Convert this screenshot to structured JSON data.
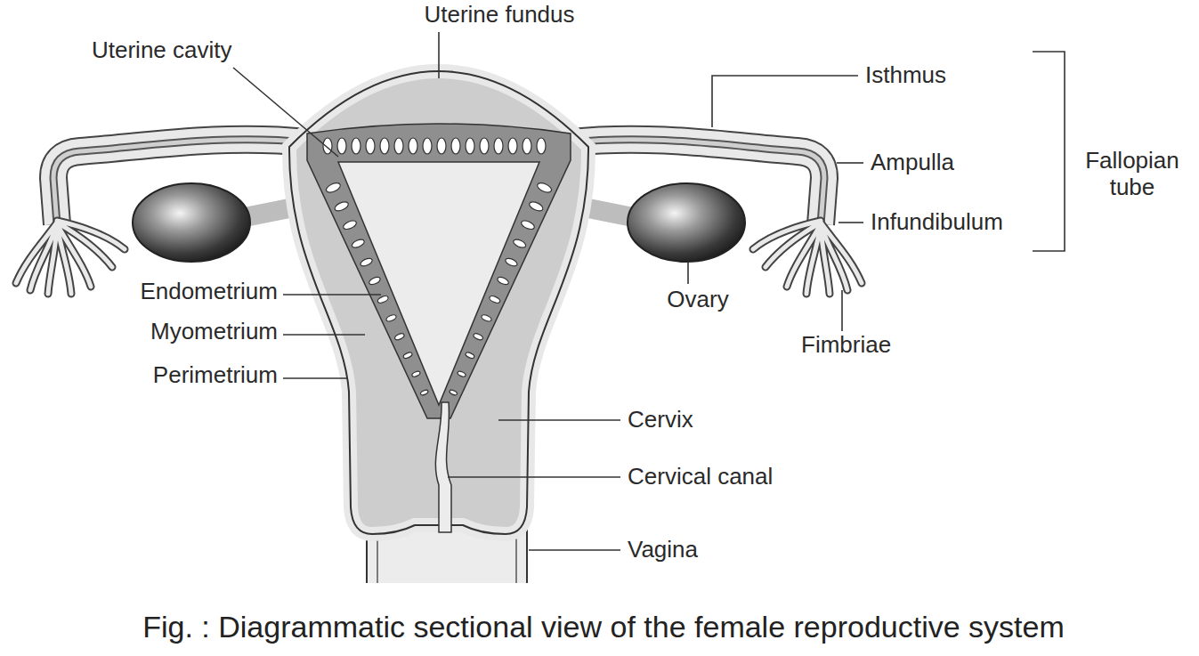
{
  "diagram": {
    "caption": "Fig. : Diagrammatic sectional view of the female reproductive system",
    "labels": [
      "Uterine fundus",
      "Uterine cavity",
      "Isthmus",
      "Ampulla",
      "Fallopian tube",
      "Infundibulum",
      "Endometrium",
      "Ovary",
      "Myometrium",
      "Fimbriae",
      "Perimetrium",
      "Cervix",
      "Cervical canal",
      "Vagina"
    ]
  }
}
